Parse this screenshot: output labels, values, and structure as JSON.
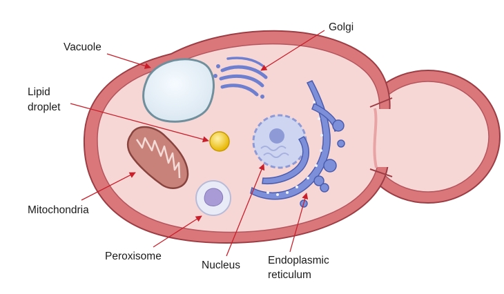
{
  "diagram": {
    "labels": {
      "vacuole": "Vacuole",
      "golgi": "Golgi",
      "lipid_line1": "Lipid",
      "lipid_line2": "droplet",
      "mitochondria": "Mitochondria",
      "peroxisome": "Peroxisome",
      "nucleus": "Nucleus",
      "er_line1": "Endoplasmic",
      "er_line2": "reticulum"
    },
    "colors": {
      "cell_wall": "#d9777b",
      "cell_wall_stroke": "#9c3d44",
      "cytoplasm": "#f7d7d6",
      "vacuole_fill": "#e6f0f7",
      "vacuole_stroke": "#6f8f9c",
      "golgi": "#6e7fcf",
      "er": "#7d8fd8",
      "er_stroke": "#4a5cae",
      "nucleus_fill": "#cdd5f0",
      "nucleolus": "#8d9ad6",
      "lipid": "#f4cb1f",
      "mitochondria": "#c98279",
      "mitochondria_stroke": "#87443e",
      "peroxisome_fill": "#e9ebf7",
      "peroxisome_core": "#a99bd6",
      "pointer": "#c81f2a"
    }
  }
}
